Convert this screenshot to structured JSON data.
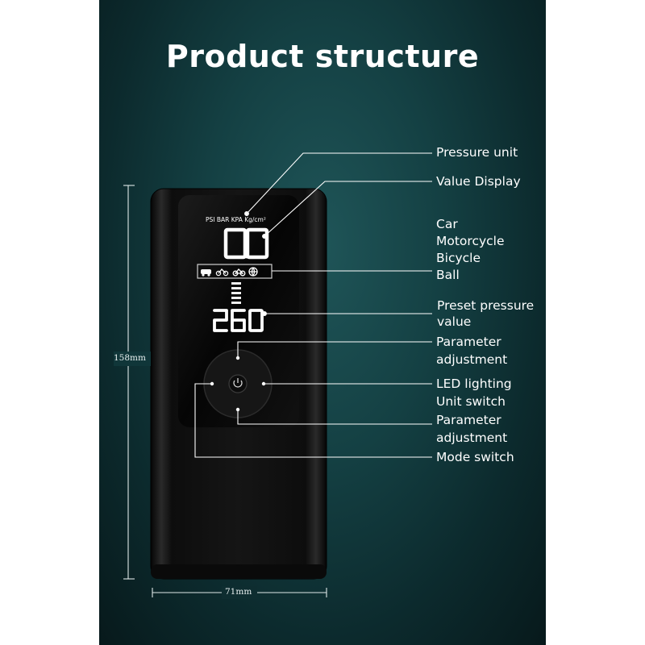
{
  "title": "Product structure",
  "labels": {
    "pressure_unit": "Pressure unit",
    "value_display": "Value Display",
    "car": "Car",
    "motorcycle": "Motorcycle",
    "bicycle": "Bicycle",
    "ball": "Ball",
    "preset_1": "Preset pressure",
    "preset_2": "value",
    "param_top_1": "Parameter",
    "param_top_2": "adjustment",
    "led_1": "LED lighting",
    "led_2": "Unit switch",
    "param_bot_1": "Parameter",
    "param_bot_2": "adjustment",
    "mode_switch": "Mode switch"
  },
  "dimensions": {
    "height": "158mm",
    "width": "71mm"
  },
  "screen": {
    "units": "PSI BAR KPA Kg/cm²",
    "value": "0.0",
    "preset": "260"
  },
  "colors": {
    "background": "#144043",
    "device": "#111111",
    "text": "#ffffff"
  }
}
